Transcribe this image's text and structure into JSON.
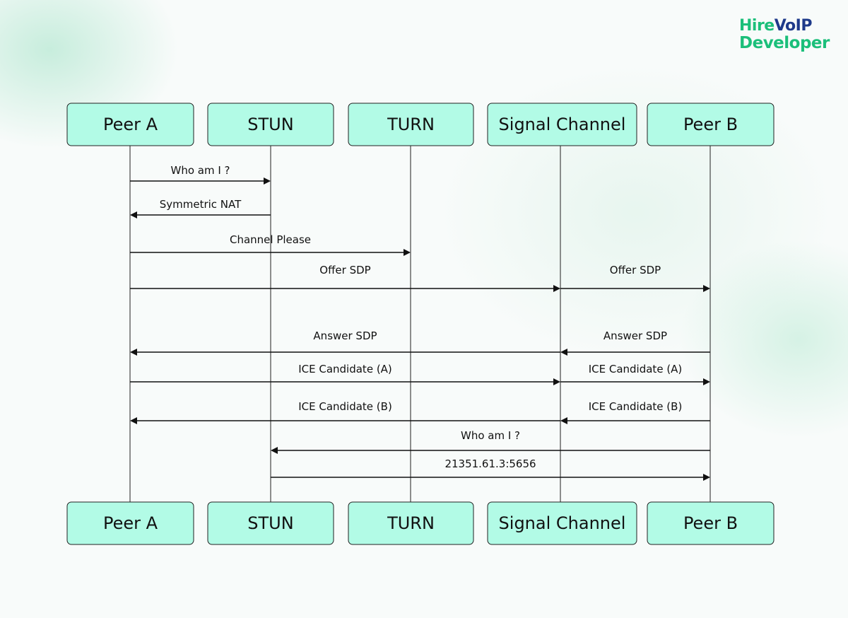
{
  "logo": {
    "line1_part1": "Hire",
    "line1_part2": "VoIP",
    "line2": "Developer"
  },
  "participants": [
    {
      "id": "peer-a",
      "label": "Peer A"
    },
    {
      "id": "stun",
      "label": "STUN"
    },
    {
      "id": "turn",
      "label": "TURN"
    },
    {
      "id": "signal-channel",
      "label": "Signal Channel"
    },
    {
      "id": "peer-b",
      "label": "Peer B"
    }
  ],
  "messages": [
    {
      "from": "peer-a",
      "to": "stun",
      "label": "Who am I ?"
    },
    {
      "from": "stun",
      "to": "peer-a",
      "label": "Symmetric NAT"
    },
    {
      "from": "peer-a",
      "to": "turn",
      "label": "Channel Please"
    },
    {
      "from": "peer-a",
      "to": "signal-channel",
      "label": "Offer SDP"
    },
    {
      "from": "signal-channel",
      "to": "peer-b",
      "label": "Offer SDP"
    },
    {
      "from": "signal-channel",
      "to": "peer-a",
      "label": "Answer SDP"
    },
    {
      "from": "peer-b",
      "to": "signal-channel",
      "label": "Answer SDP"
    },
    {
      "from": "peer-a",
      "to": "signal-channel",
      "label": "ICE Candidate (A)"
    },
    {
      "from": "signal-channel",
      "to": "peer-b",
      "label": "ICE Candidate (A)"
    },
    {
      "from": "signal-channel",
      "to": "peer-a",
      "label": "ICE Candidate (B)"
    },
    {
      "from": "peer-b",
      "to": "signal-channel",
      "label": "ICE Candidate (B)"
    },
    {
      "from": "peer-b",
      "to": "stun",
      "label": "Who am I ?"
    },
    {
      "from": "stun",
      "to": "peer-b",
      "label": "21351.61.3:5656"
    }
  ]
}
